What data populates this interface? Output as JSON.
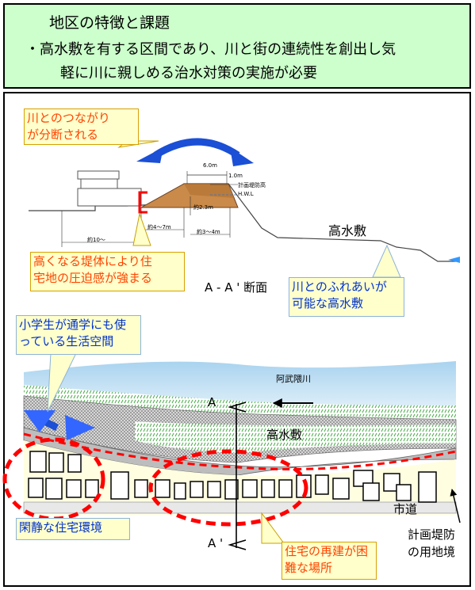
{
  "header": {
    "title": "地区の特徴と課題",
    "line1": "・高水敷を有する区間であり、川と街の連続性を創出し気",
    "line2": "軽に川に親しめる治水対策の実施が必要"
  },
  "section": {
    "callout_river_cut": [
      "川とのつながり",
      "が分断される"
    ],
    "callout_pressure": [
      "高くなる堤体により住",
      "宅地の圧迫感が強まる"
    ],
    "callout_floodplain": [
      "川とのふれあいが",
      "可能な高水敷"
    ],
    "label_high_floodplain": "高水敷",
    "label_section": "A - A ' 断面",
    "dim_top_width": "6.0m",
    "dim_height_small": "1.0m",
    "dim_design_level": "計画堤防高",
    "dim_hwl": "H.W.L",
    "dim_height_main": "約2.3m",
    "dim_slope1": "約4〜7m",
    "dim_slope2": "約3〜4m",
    "dim_left": "約10〜"
  },
  "plan": {
    "callout_school": [
      "小学生が通学にも使",
      "っている生活空間"
    ],
    "label_river": "阿武隈川",
    "label_floodplain": "高水敷",
    "label_A_top": "A",
    "label_A_bottom": "A '",
    "label_city_road": "市道",
    "label_boundary": [
      "計画堤防",
      "の用地境"
    ],
    "callout_quiet": "閑静な住宅環境",
    "callout_rebuild": [
      "住宅の再建が困",
      "難な場所"
    ]
  },
  "colors": {
    "header_bg": "#ccffcc",
    "callout_bg": "#ffffcc",
    "river": "#cfe6f5",
    "arrow_blue": "#1a4fd6",
    "red": "#ff0000",
    "orange_text": "#ff4400",
    "blue_text": "#0033cc"
  }
}
